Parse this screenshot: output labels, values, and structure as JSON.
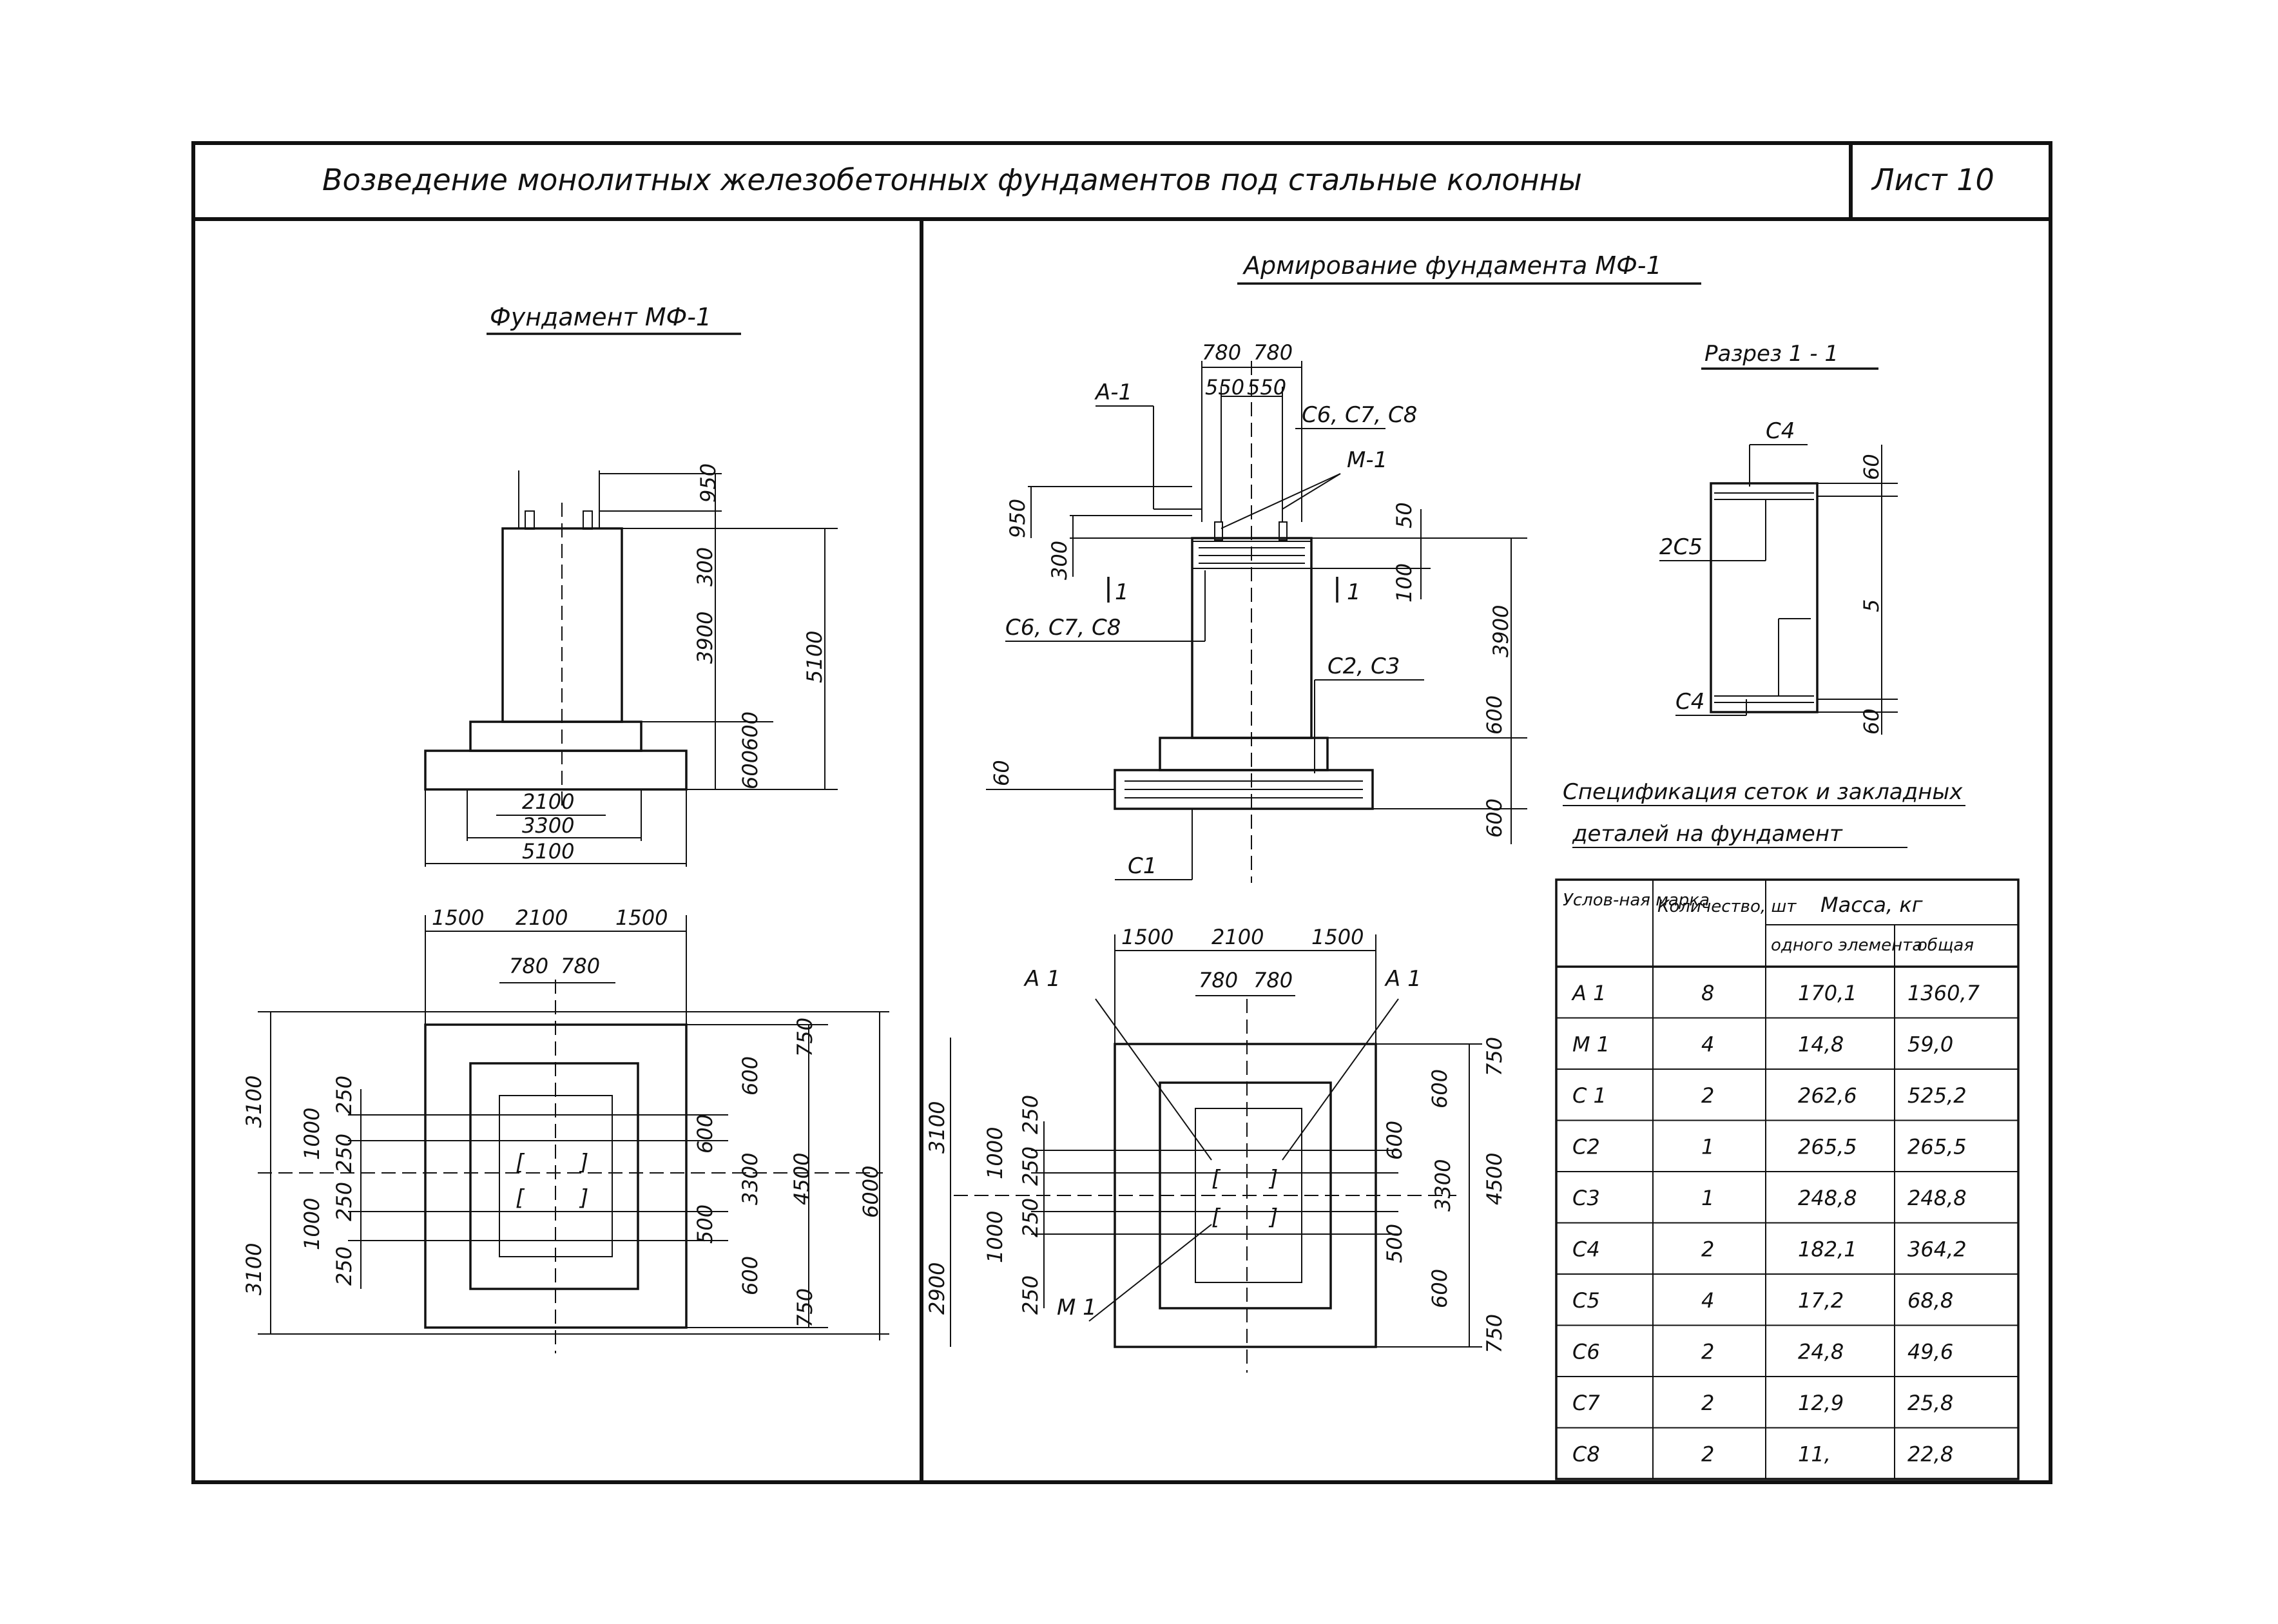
{
  "title": "Возведение монолитных железобетонных фундаментов под стальные колонны",
  "sheet": "Лист 10",
  "left": {
    "heading": "Фундамент МФ-1",
    "elev_dims": [
      "950",
      "300",
      "3900",
      "5100",
      "600",
      "600"
    ],
    "elev_h_dims": [
      "2100",
      "3300",
      "5100"
    ],
    "plan_top_dims": [
      "1500",
      "2100",
      "1500"
    ],
    "plan_top_dims2": [
      "780",
      "780"
    ],
    "plan_right_dims": [
      "750",
      "600",
      "600",
      "3300",
      "4500",
      "6000",
      "500",
      "600",
      "750"
    ],
    "plan_left_dims": [
      "3100",
      "3100",
      "250",
      "1000",
      "250",
      "1000",
      "250",
      "250"
    ]
  },
  "right": {
    "heading": "Армирование фундамента МФ-1",
    "elev_top_dims": [
      "780",
      "780",
      "550",
      "550"
    ],
    "elev_left_dims": [
      "950",
      "300"
    ],
    "elev_right_dims": [
      "50",
      "100",
      "3900",
      "600",
      "600"
    ],
    "elev_base_dim": "60",
    "labels": {
      "a1": "А-1",
      "c678": "С6, С7, С8",
      "m1": "М-1",
      "c678b": "С6, С7, С8",
      "c23": "С2, С3",
      "c1": "С1",
      "sec": "1",
      "sec2": "1"
    },
    "section": {
      "heading": "Разрез 1 - 1",
      "c4_top": "С4",
      "c5": "2С5",
      "c4_bot": "С4",
      "dims": [
        "60",
        "5",
        "60"
      ]
    },
    "plan_top_dims": [
      "1500",
      "2100",
      "1500"
    ],
    "plan_top_dims2": [
      "780",
      "780"
    ],
    "plan_labels": {
      "a1_left": "А 1",
      "a1_right": "А 1",
      "m1": "М 1"
    },
    "plan_left_dims": [
      "3100",
      "2900",
      "250",
      "1000",
      "250",
      "250",
      "1000",
      "250"
    ],
    "plan_right_dims": [
      "750",
      "600",
      "600",
      "3300",
      "4500",
      "500",
      "600",
      "750"
    ]
  },
  "spec": {
    "heading_line1": "Спецификация сеток и закладных",
    "heading_line2": "деталей на фундамент",
    "col_mark": "Услов-ная марка",
    "col_qty": "Количество, шт",
    "col_mass": "Масса, кг",
    "col_one": "одного элемента",
    "col_total": "общая",
    "rows": [
      {
        "mark": "А 1",
        "qty": "8",
        "one": "170,1",
        "total": "1360,7"
      },
      {
        "mark": "М 1",
        "qty": "4",
        "one": "14,8",
        "total": "59,0"
      },
      {
        "mark": "С 1",
        "qty": "2",
        "one": "262,6",
        "total": "525,2"
      },
      {
        "mark": "С2",
        "qty": "1",
        "one": "265,5",
        "total": "265,5"
      },
      {
        "mark": "С3",
        "qty": "1",
        "one": "248,8",
        "total": "248,8"
      },
      {
        "mark": "С4",
        "qty": "2",
        "one": "182,1",
        "total": "364,2"
      },
      {
        "mark": "С5",
        "qty": "4",
        "one": "17,2",
        "total": "68,8"
      },
      {
        "mark": "С6",
        "qty": "2",
        "one": "24,8",
        "total": "49,6"
      },
      {
        "mark": "С7",
        "qty": "2",
        "one": "12,9",
        "total": "25,8"
      },
      {
        "mark": "С8",
        "qty": "2",
        "one": "11,",
        "total": "22,8"
      }
    ]
  }
}
